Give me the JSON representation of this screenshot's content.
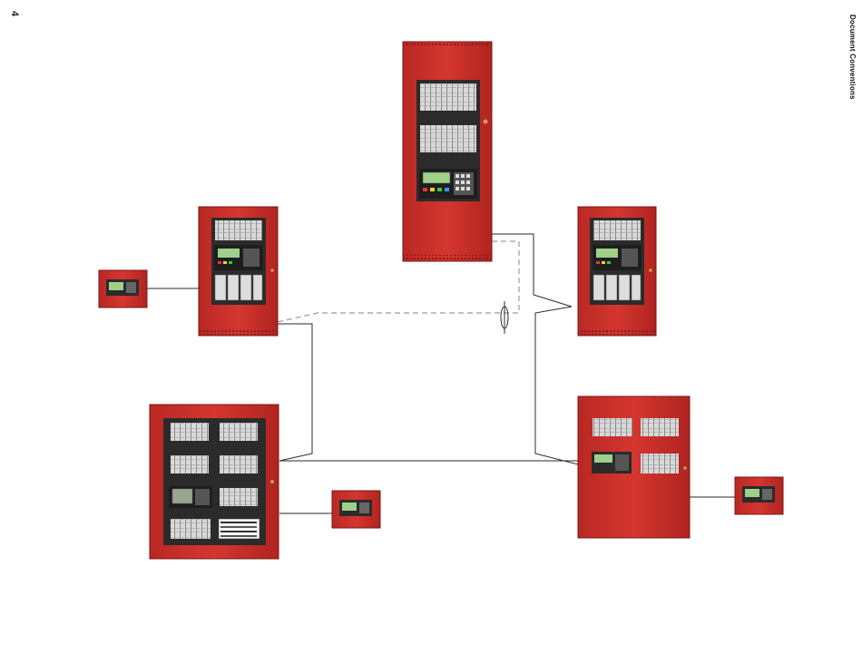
{
  "page": {
    "page_number": "4",
    "section_title": "Document Conventions"
  },
  "colors": {
    "panel_red": "#c8302c",
    "panel_red_dark": "#9e1f1c",
    "bezel": "#2b2b2b",
    "module_gray": "#d8d8d8",
    "lcd_green": "#9fd08a",
    "wire": "#2a2a2a",
    "wire_dashed": "#9a9a9a"
  },
  "devices": [
    {
      "name": "central-tall-panel"
    },
    {
      "name": "upper-left-panel"
    },
    {
      "name": "upper-right-panel"
    },
    {
      "name": "lower-left-large-panel"
    },
    {
      "name": "lower-right-panel"
    },
    {
      "name": "left-annunciator"
    },
    {
      "name": "bottom-annunciator"
    },
    {
      "name": "right-annunciator"
    }
  ]
}
